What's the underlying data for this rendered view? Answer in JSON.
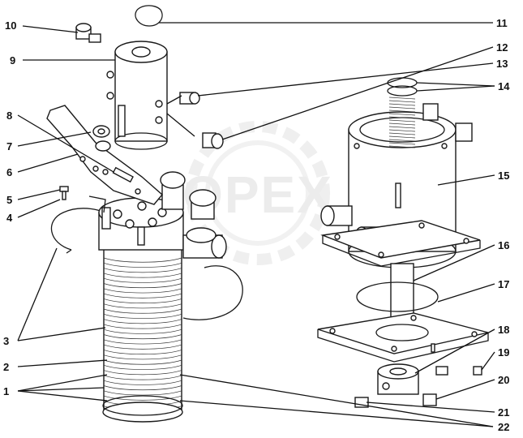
{
  "watermark": "OPEX",
  "callouts": [
    {
      "id": "1",
      "text": "1"
    },
    {
      "id": "2",
      "text": "2"
    },
    {
      "id": "3",
      "text": "3"
    },
    {
      "id": "4",
      "text": "4"
    },
    {
      "id": "5",
      "text": "5"
    },
    {
      "id": "6",
      "text": "6"
    },
    {
      "id": "7",
      "text": "7"
    },
    {
      "id": "8",
      "text": "8"
    },
    {
      "id": "9",
      "text": "9"
    },
    {
      "id": "10",
      "text": "10"
    },
    {
      "id": "11",
      "text": "11"
    },
    {
      "id": "12",
      "text": "12"
    },
    {
      "id": "13",
      "text": "13"
    },
    {
      "id": "14",
      "text": "14"
    },
    {
      "id": "15",
      "text": "15"
    },
    {
      "id": "16",
      "text": "16"
    },
    {
      "id": "17",
      "text": "17"
    },
    {
      "id": "18",
      "text": "18"
    },
    {
      "id": "19",
      "text": "19"
    },
    {
      "id": "20",
      "text": "20"
    },
    {
      "id": "21",
      "text": "21"
    },
    {
      "id": "22",
      "text": "22"
    }
  ]
}
